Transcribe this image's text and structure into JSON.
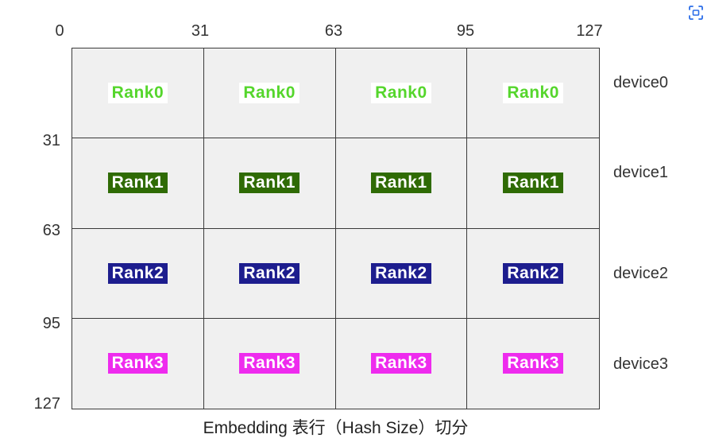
{
  "axes": {
    "top": [
      "0",
      "31",
      "63",
      "95",
      "127"
    ],
    "left": [
      "31",
      "63",
      "95",
      "127"
    ]
  },
  "rows": [
    {
      "rank": "Rank0",
      "device": "device0",
      "fg": "#55d62c",
      "bg": "#ffffff"
    },
    {
      "rank": "Rank1",
      "device": "device1",
      "fg": "#ffffff",
      "bg": "#2f6b05"
    },
    {
      "rank": "Rank2",
      "device": "device2",
      "fg": "#ffffff",
      "bg": "#1d1d8e"
    },
    {
      "rank": "Rank3",
      "device": "device3",
      "fg": "#ffffff",
      "bg": "#ee2bee"
    }
  ],
  "caption": "Embedding 表行（Hash Size）切分",
  "colors": {
    "grid_line": "#3a3a3a",
    "cell_background": "#f0f0f0",
    "icon_accent": "#2b6de8"
  },
  "icons": {
    "corner": "screenshot-icon"
  }
}
